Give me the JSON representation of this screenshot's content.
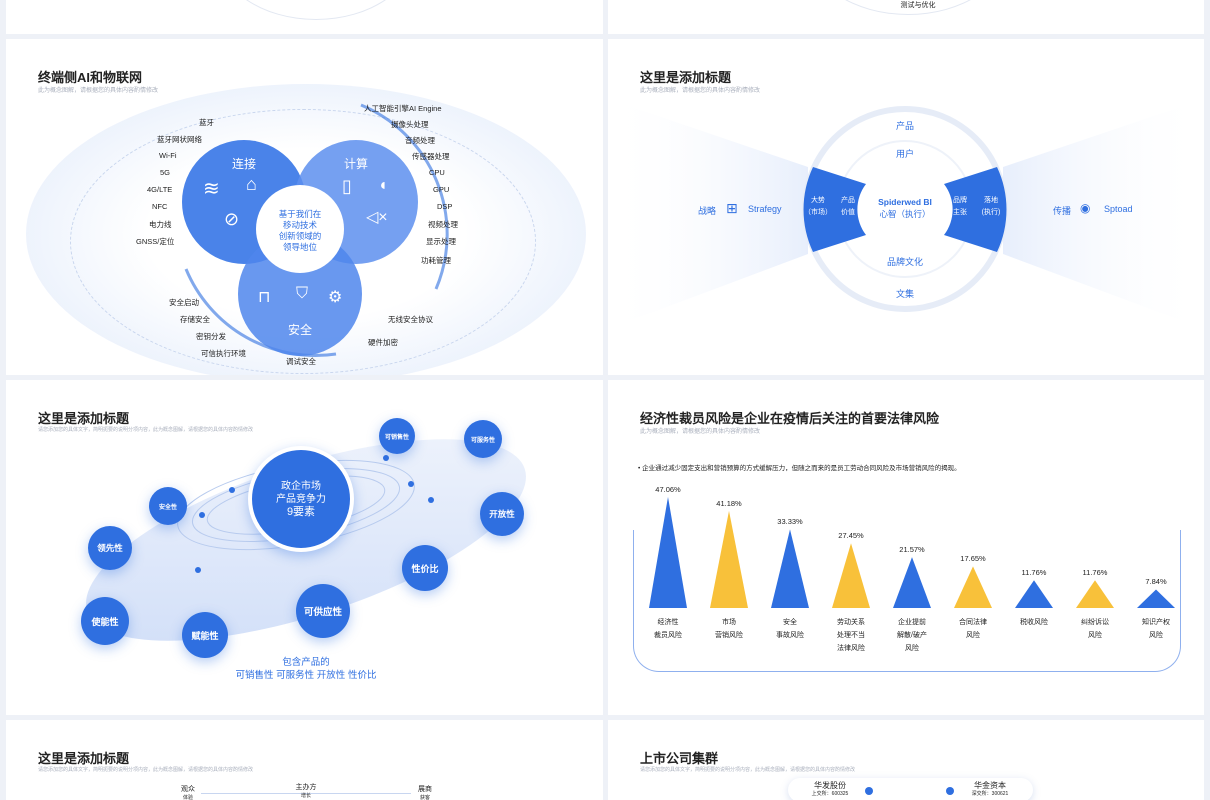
{
  "top_right": {
    "label": "测试与优化"
  },
  "slide_iot": {
    "title": "终端侧AI和物联网",
    "subtitle": "此为概念图解，请根据您的具体内容酌情修改",
    "circles": {
      "connect": "连接",
      "compute": "计算",
      "security": "安全"
    },
    "center_text": [
      "基于我们在",
      "移动技术",
      "创新领域的",
      "领导地位"
    ],
    "left_labels": [
      "蓝牙",
      "蓝牙网状网络",
      "Wi-Fi",
      "5G",
      "4G/LTE",
      "NFC",
      "电力线",
      "GNSS/定位"
    ],
    "right_labels": [
      "人工智能引擎AI Engine",
      "摄像头处理",
      "音频处理",
      "传感器处理",
      "CPU",
      "GPU",
      "DSP",
      "视频处理",
      "显示处理",
      "功耗管理"
    ],
    "bottom_left_labels": [
      "安全启动",
      "存储安全",
      "密钥分发",
      "可信执行环境"
    ],
    "bottom_labels": [
      "调试安全",
      "硬件加密",
      "无线安全协议"
    ]
  },
  "slide_spider": {
    "title": "这里是添加标题",
    "subtitle": "此为概念图解，请根据您的具体内容酌情修改",
    "top": [
      "产品",
      "用户"
    ],
    "bottom": [
      "品牌文化",
      "文集"
    ],
    "left_wing": [
      "大势",
      "（市场）",
      "产品",
      "价值"
    ],
    "right_wing": [
      "品牌",
      "主张",
      "落地",
      "(执行)"
    ],
    "center": [
      "Spiderwed BI",
      "心智（执行）"
    ],
    "left_label": "战略",
    "left_en": "Strafegy",
    "right_label": "传播",
    "right_en": "Sptoad"
  },
  "slide_orbit": {
    "title": "这里是添加标题",
    "subtitle": "请您添加您的具体文字，简明扼要的说明分项内容，此为概念图解，请根据您的具体内容酌情修改",
    "center": [
      "政企市场",
      "产品竞争力",
      "9要素"
    ],
    "items": [
      "可销售性",
      "可服务性",
      "安全性",
      "开放性",
      "领先性",
      "性价比",
      "使能性",
      "赋能性",
      "可供应性"
    ],
    "footer": [
      "包含产品的",
      "可销售性 可服务性 开放性 性价比"
    ]
  },
  "slide_chart": {
    "title": "经济性裁员风险是企业在疫情后关注的首要法律风险",
    "subtitle": "此为概念图解，请根据您的具体内容酌情修改",
    "note": "企业通过减少固定支出和营销预算的方式缓解压力，但随之而来的是员工劳动合同风险及市场营销风险的揭现。"
  },
  "chart_data": {
    "type": "bar",
    "categories": [
      [
        "经济性",
        "裁员风险"
      ],
      [
        "市场",
        "营销风险"
      ],
      [
        "安全",
        "事故风险"
      ],
      [
        "劳动关系",
        "处理不当",
        "法律风险"
      ],
      [
        "企业提前",
        "解散/破产",
        "风险"
      ],
      [
        "合同法律",
        "风险"
      ],
      [
        "税收风险"
      ],
      [
        "纠纷诉讼",
        "风险"
      ],
      [
        "知识产权",
        "风险"
      ]
    ],
    "values": [
      47.06,
      41.18,
      33.33,
      27.45,
      21.57,
      17.65,
      11.76,
      11.76,
      7.84
    ],
    "labels": [
      "47.06%",
      "41.18%",
      "33.33%",
      "27.45%",
      "21.57%",
      "17.65%",
      "11.76%",
      "11.76%",
      "7.84%"
    ],
    "colors": [
      "#2f6fe0",
      "#f8c13a",
      "#2f6fe0",
      "#f8c13a",
      "#2f6fe0",
      "#f8c13a",
      "#2f6fe0",
      "#f8c13a",
      "#2f6fe0"
    ],
    "ylim": [
      0,
      50
    ]
  },
  "slide_bottom_left": {
    "title": "这里是添加标题",
    "subtitle": "请您添加您的具体文字，简明扼要的说明分项内容，此为概念图解，请根据您的具体内容酌情修改",
    "labels": [
      "观众",
      "体验",
      "主办方",
      "增长",
      "展商",
      "获客"
    ]
  },
  "slide_bottom_right": {
    "title": "上市公司集群",
    "subtitle": "请您添加您的具体文字，简明扼要的说明分项内容，此为概念图解，请根据您的具体内容酌情修改",
    "companies": [
      {
        "name": "华发股份",
        "code": "上交所：600325"
      },
      {
        "name": "华金资本",
        "code": "深交所：300621"
      }
    ]
  }
}
